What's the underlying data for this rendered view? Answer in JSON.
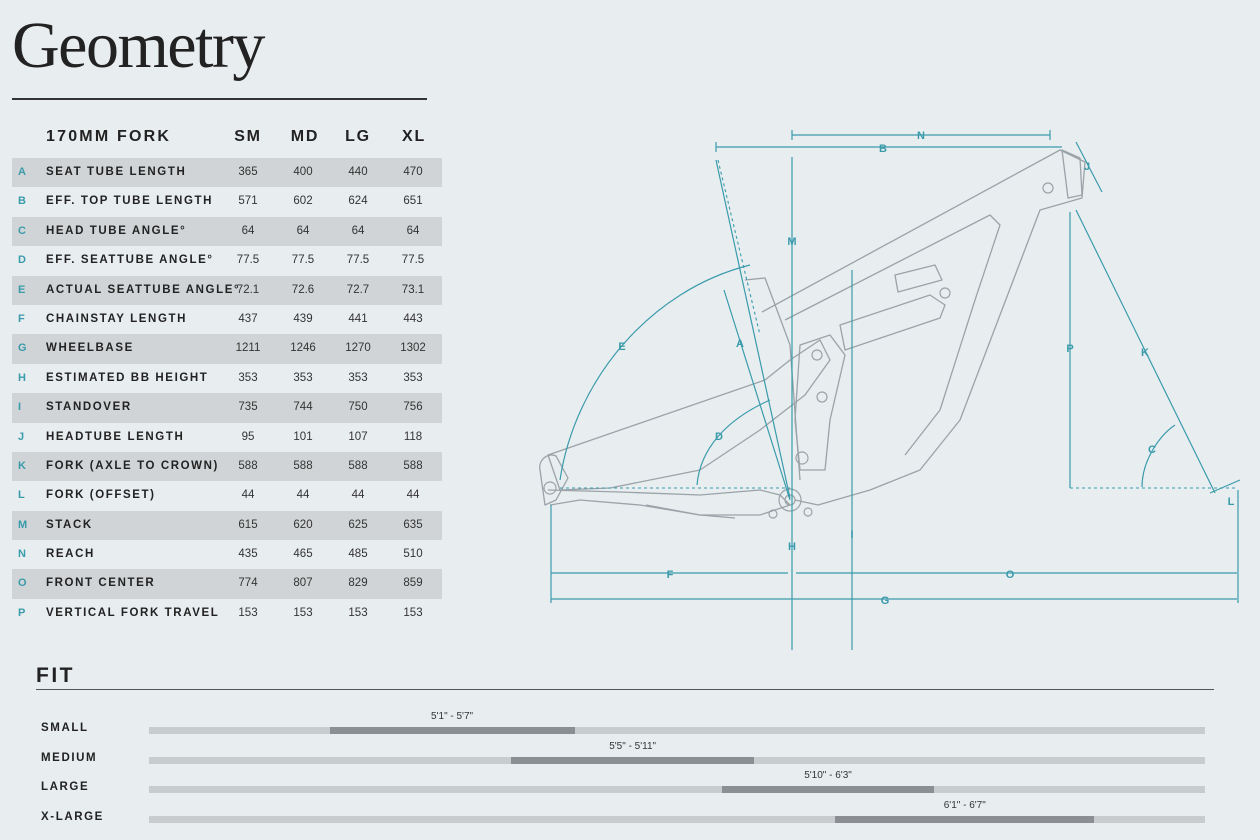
{
  "title": "Geometry",
  "table": {
    "fork_label": "170MM FORK",
    "sizes": [
      "SM",
      "MD",
      "LG",
      "XL"
    ],
    "rows": [
      {
        "code": "A",
        "label": "SEAT TUBE LENGTH",
        "values": [
          "365",
          "400",
          "440",
          "470"
        ]
      },
      {
        "code": "B",
        "label": "EFF. TOP TUBE LENGTH",
        "values": [
          "571",
          "602",
          "624",
          "651"
        ]
      },
      {
        "code": "C",
        "label": "HEAD TUBE ANGLE°",
        "values": [
          "64",
          "64",
          "64",
          "64"
        ]
      },
      {
        "code": "D",
        "label": "EFF. SEATTUBE ANGLE°",
        "values": [
          "77.5",
          "77.5",
          "77.5",
          "77.5"
        ]
      },
      {
        "code": "E",
        "label": "ACTUAL SEATTUBE ANGLE°",
        "values": [
          "72.1",
          "72.6",
          "72.7",
          "73.1"
        ]
      },
      {
        "code": "F",
        "label": "CHAINSTAY LENGTH",
        "values": [
          "437",
          "439",
          "441",
          "443"
        ]
      },
      {
        "code": "G",
        "label": "WHEELBASE",
        "values": [
          "1211",
          "1246",
          "1270",
          "1302"
        ]
      },
      {
        "code": "H",
        "label": "ESTIMATED BB HEIGHT",
        "values": [
          "353",
          "353",
          "353",
          "353"
        ]
      },
      {
        "code": "I",
        "label": "STANDOVER",
        "values": [
          "735",
          "744",
          "750",
          "756"
        ]
      },
      {
        "code": "J",
        "label": "HEADTUBE LENGTH",
        "values": [
          "95",
          "101",
          "107",
          "118"
        ]
      },
      {
        "code": "K",
        "label": "FORK (AXLE TO CROWN)",
        "values": [
          "588",
          "588",
          "588",
          "588"
        ]
      },
      {
        "code": "L",
        "label": "FORK (OFFSET)",
        "values": [
          "44",
          "44",
          "44",
          "44"
        ]
      },
      {
        "code": "M",
        "label": "STACK",
        "values": [
          "615",
          "620",
          "625",
          "635"
        ]
      },
      {
        "code": "N",
        "label": "REACH",
        "values": [
          "435",
          "465",
          "485",
          "510"
        ]
      },
      {
        "code": "O",
        "label": "FRONT CENTER",
        "values": [
          "774",
          "807",
          "829",
          "859"
        ]
      },
      {
        "code": "P",
        "label": "VERTICAL FORK TRAVEL",
        "values": [
          "153",
          "153",
          "153",
          "153"
        ]
      }
    ]
  },
  "diagram": {
    "letters": {
      "A": "A",
      "B": "B",
      "C": "C",
      "D": "D",
      "E": "E",
      "F": "F",
      "G": "G",
      "H": "H",
      "I": "I",
      "J": "J",
      "K": "K",
      "L": "L",
      "M": "M",
      "N": "N",
      "O": "O",
      "P": "P"
    },
    "accent_color": "#3a9bab",
    "frame_color": "#9aa3a8"
  },
  "fit": {
    "title": "FIT",
    "rows": [
      {
        "label": "SMALL",
        "range": "5'1\" - 5'7\"",
        "start": 0.171,
        "end": 0.403
      },
      {
        "label": "MEDIUM",
        "range": "5'5\" - 5'11\"",
        "start": 0.343,
        "end": 0.573
      },
      {
        "label": "LARGE",
        "range": "5'10\" - 6'3\"",
        "start": 0.543,
        "end": 0.743
      },
      {
        "label": "X-LARGE",
        "range": "6'1\" - 6'7\"",
        "start": 0.65,
        "end": 0.895
      }
    ]
  }
}
